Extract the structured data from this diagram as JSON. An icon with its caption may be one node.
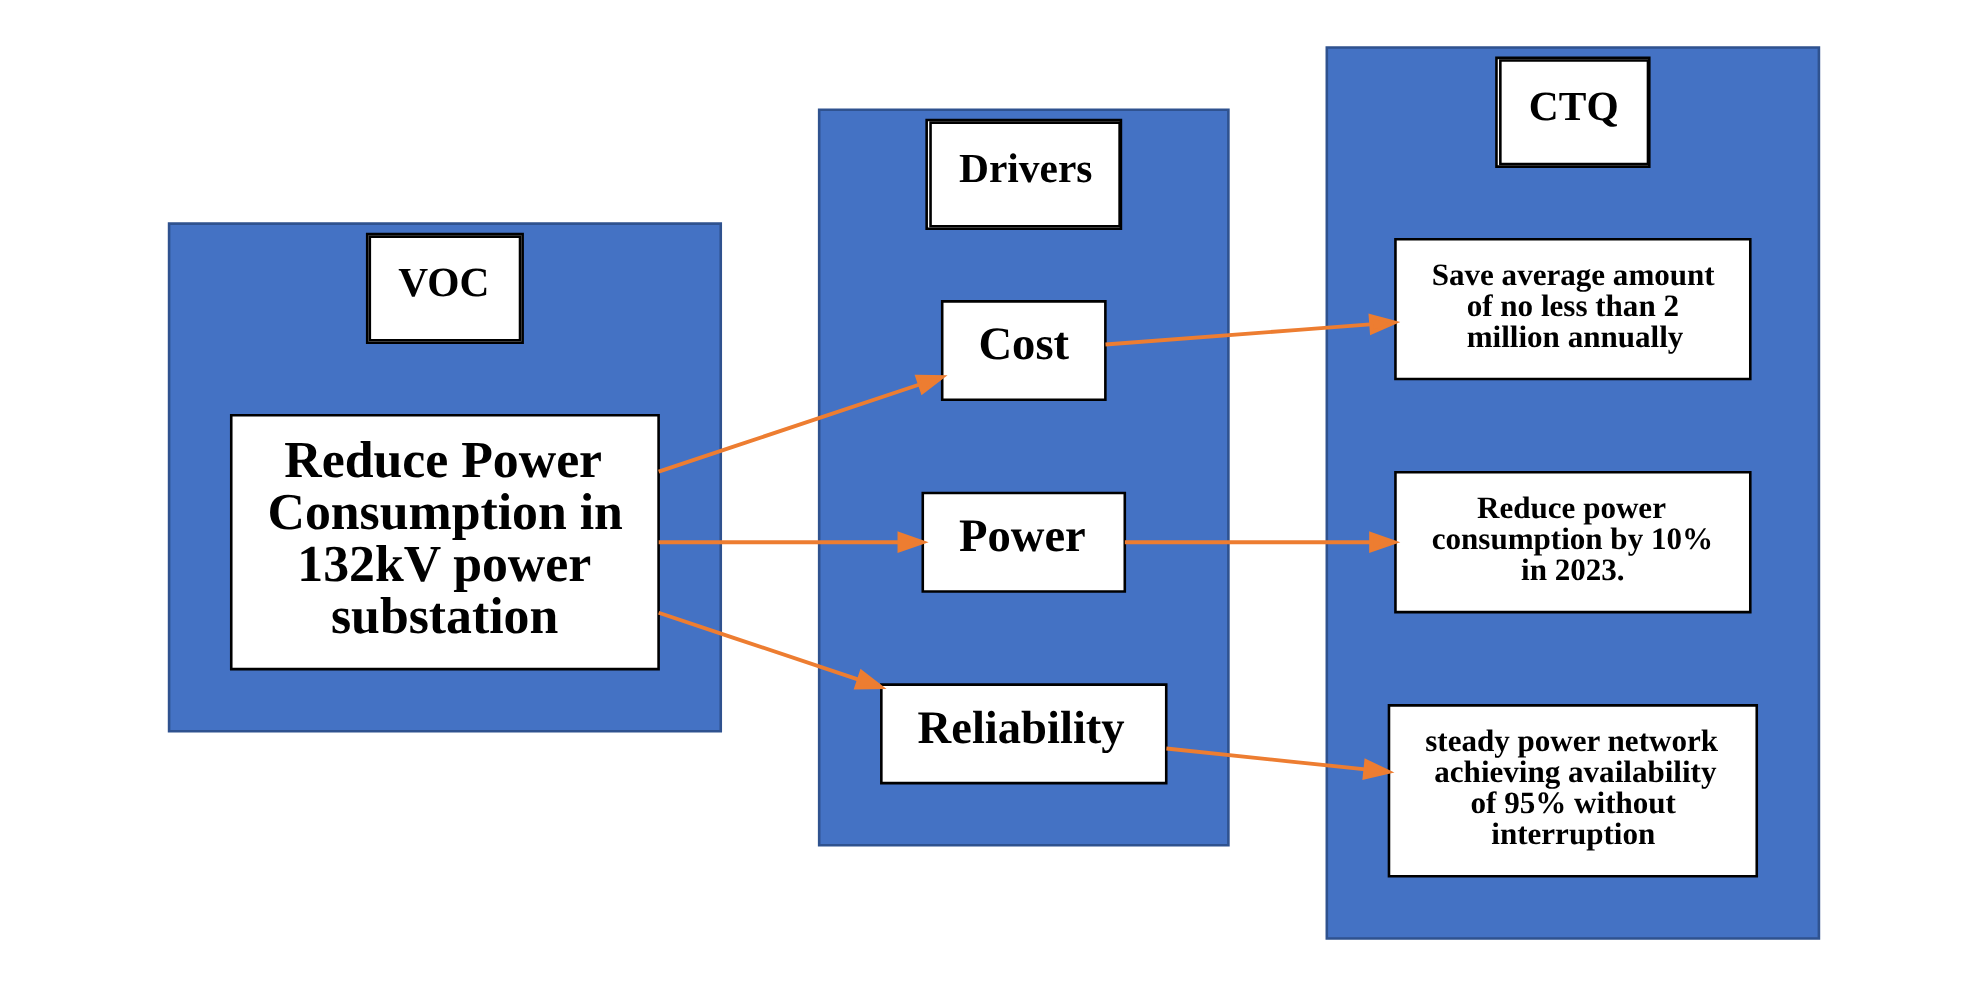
{
  "diagram": {
    "nodes": [
      {
        "text": [
          "VOC"
        ]
      },
      {
        "text": [
          "Reduce Power Consumption in 132kV power substation"
        ],
        "in": 0
      },
      {
        "text": [
          "Drivers"
        ]
      },
      {
        "text": [
          "Cost"
        ],
        "in": 2
      },
      {
        "text": [
          "Power"
        ],
        "in": 2
      },
      {
        "text": [
          "Reliability"
        ],
        "in": 2
      },
      {
        "text": [
          "CTQ"
        ]
      },
      {
        "text": [
          "Save average amount of no less than 2 million annually"
        ],
        "in": 6
      },
      {
        "text": [
          "Reduce power consumption by 10% in 2023."
        ],
        "in": 6
      },
      {
        "text": [
          "steady power network achieving availability of 95% without interruption"
        ],
        "in": 6
      }
    ],
    "edges": [
      {
        "from": 1,
        "to": 3,
        "arrow": "to"
      },
      {
        "from": 1,
        "to": 4,
        "arrow": "to"
      },
      {
        "from": 1,
        "to": 5,
        "arrow": "to"
      },
      {
        "from": 3,
        "to": 7,
        "arrow": "to"
      },
      {
        "from": 4,
        "to": 8,
        "arrow": "to"
      },
      {
        "from": 5,
        "to": 9,
        "arrow": "to"
      }
    ]
  }
}
